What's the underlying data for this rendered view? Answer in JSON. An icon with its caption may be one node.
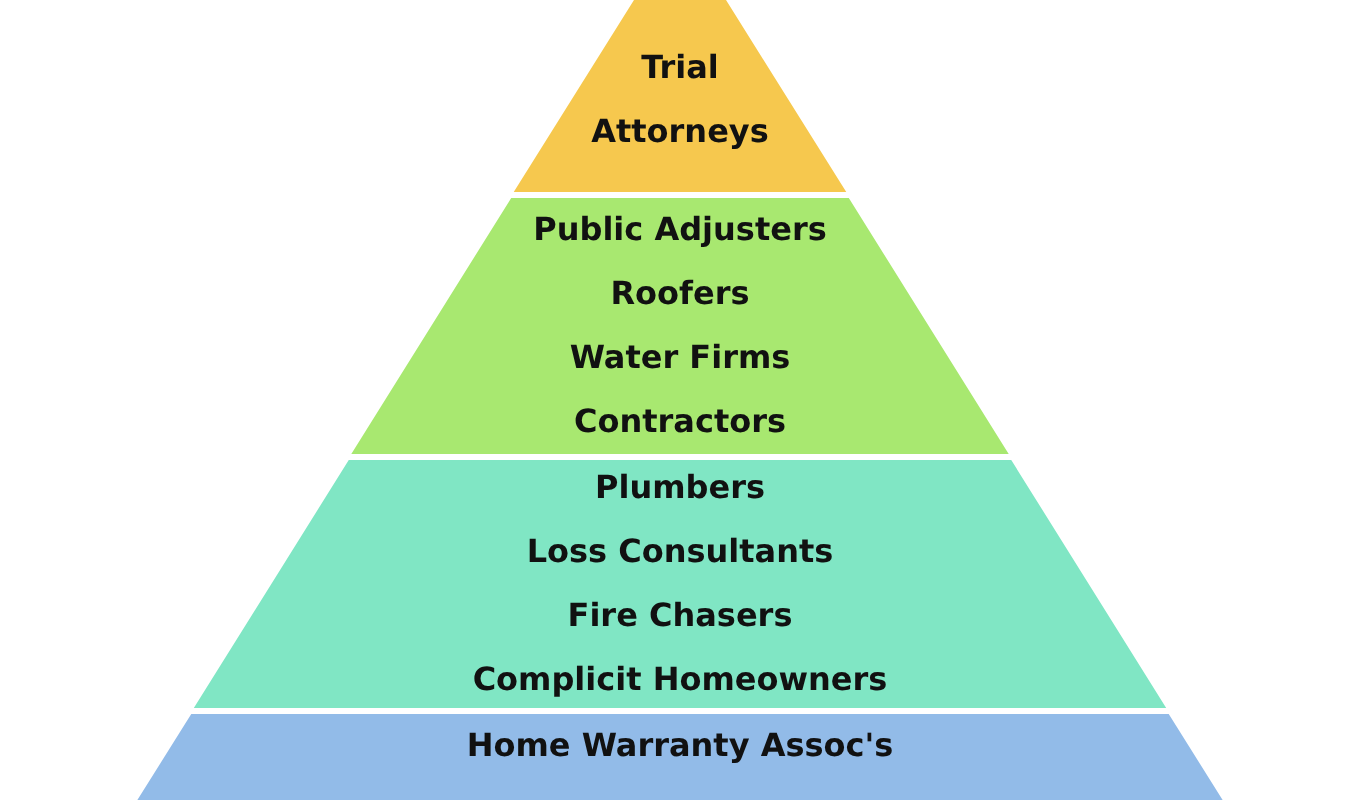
{
  "diagram": {
    "nodes": [
      {
        "text": [
          "Trial",
          "Attorneys"
        ]
      },
      {
        "text": [
          "Public Adjusters",
          "Roofers",
          "Water Firms",
          "Contractors"
        ]
      },
      {
        "text": [
          "Plumbers",
          "Loss Consultants",
          "Fire Chasers",
          "Complicit Homeowners"
        ]
      },
      {
        "text": [
          "Home Warranty Assoc's"
        ]
      }
    ]
  }
}
